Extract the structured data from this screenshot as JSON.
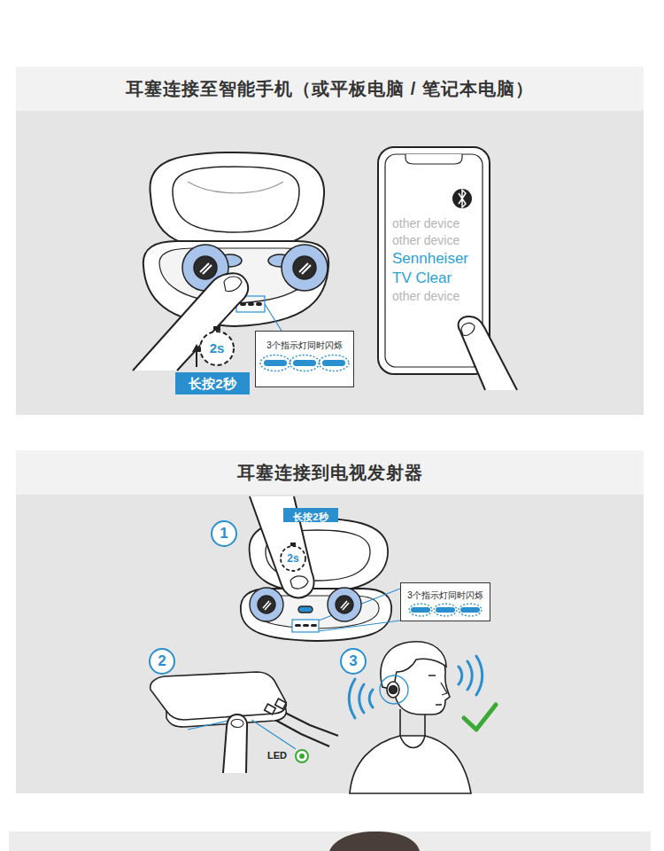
{
  "diagram": {
    "nodes": [
      {
        "text": [
          "耳塞连接至智能手机（或平板电脑 / 笔记本电脑）"
        ]
      },
      {
        "text": [
          "2s"
        ],
        "in": 0
      },
      {
        "text": [
          "长按2秒"
        ],
        "in": 0
      },
      {
        "text": [
          "3个指示灯同时闪烁"
        ],
        "in": 0
      },
      {
        "text": [
          "other device",
          "other device",
          "Sennheiser TV Clear",
          "other device"
        ],
        "in": 0
      },
      {
        "text": [
          "耳塞连接到电视发射器"
        ]
      },
      {
        "text": [
          "1"
        ],
        "in": 5
      },
      {
        "text": [
          "长按2秒"
        ],
        "in": 5
      },
      {
        "text": [
          "2s"
        ],
        "in": 5
      },
      {
        "text": [
          "3个指示灯同时闪烁"
        ],
        "in": 5
      },
      {
        "text": [
          "2"
        ],
        "in": 5
      },
      {
        "text": [
          "3"
        ],
        "in": 5
      }
    ],
    "labels": [
      "LED"
    ]
  }
}
